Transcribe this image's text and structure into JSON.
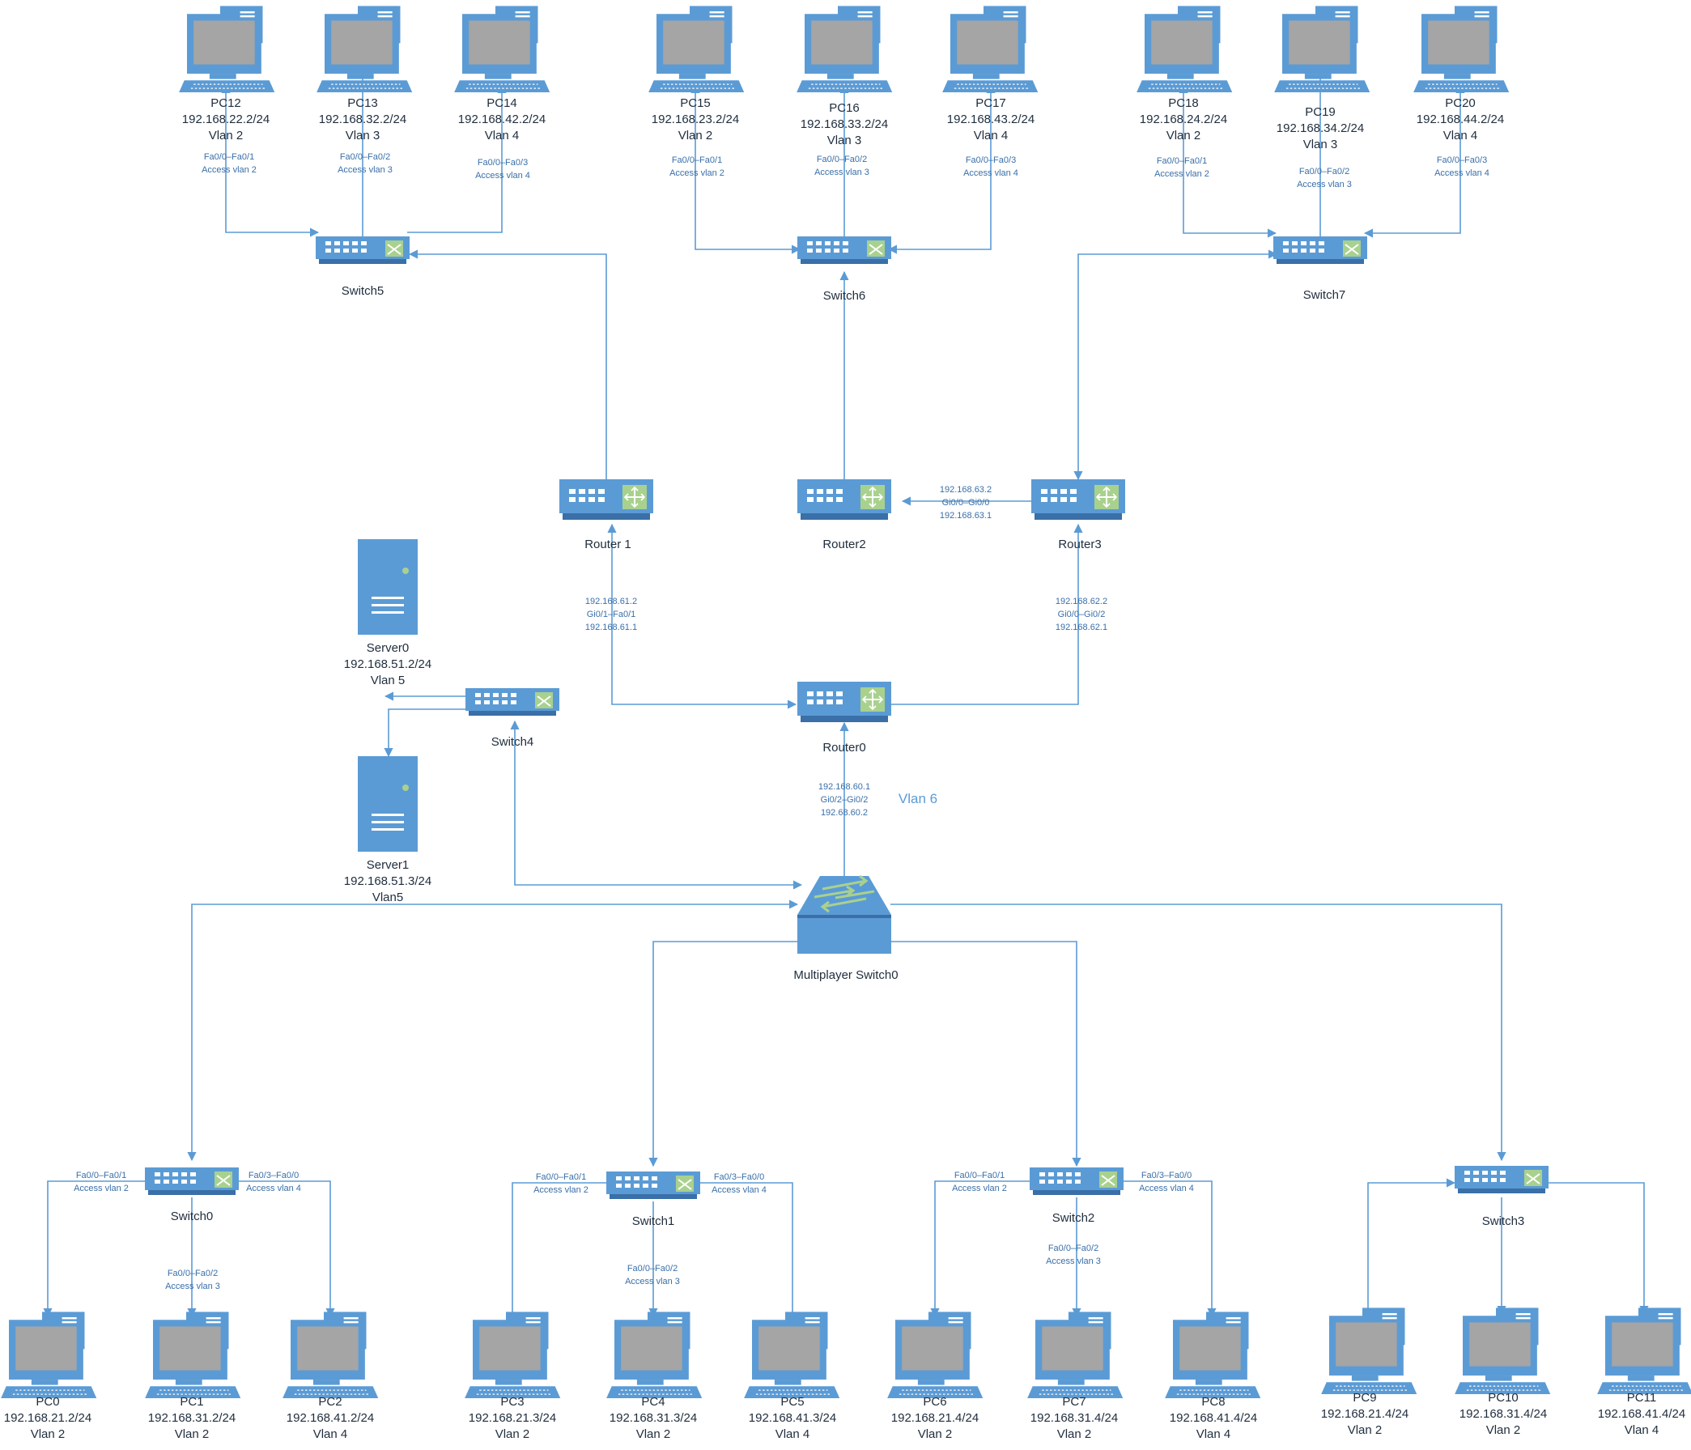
{
  "colors": {
    "device": "#5b9bd5",
    "screen": "#a5a5a5",
    "accent": "#a9d18e",
    "line": "#5b9bd5",
    "text": "#1f2d3d",
    "smalltext": "#3a6fa8"
  },
  "vlan6_label": "Vlan 6",
  "pcs": {
    "pc12": [
      "PC12",
      "192.168.22.2/24",
      "Vlan 2"
    ],
    "pc13": [
      "PC13",
      "192.168.32.2/24",
      "Vlan 3"
    ],
    "pc14": [
      "PC14",
      "192.168.42.2/24",
      "Vlan 4"
    ],
    "pc15": [
      "PC15",
      "192.168.23.2/24",
      "Vlan 2"
    ],
    "pc16": [
      "PC16",
      "192.168.33.2/24",
      "Vlan 3"
    ],
    "pc17": [
      "PC17",
      "192.168.43.2/24",
      "Vlan 4"
    ],
    "pc18": [
      "PC18",
      "192.168.24.2/24",
      "Vlan 2"
    ],
    "pc19": [
      "PC19",
      "192.168.34.2/24",
      "Vlan 3"
    ],
    "pc20": [
      "PC20",
      "192.168.44.2/24",
      "Vlan 4"
    ],
    "pc0": [
      "PC0",
      "192.168.21.2/24",
      "Vlan 2"
    ],
    "pc1": [
      "PC1",
      "192.168.31.2/24",
      "Vlan 2"
    ],
    "pc2": [
      "PC2",
      "192.168.41.2/24",
      "Vlan 4"
    ],
    "pc3": [
      "PC3",
      "192.168.21.3/24",
      "Vlan 2"
    ],
    "pc4": [
      "PC4",
      "192.168.31.3/24",
      "Vlan 2"
    ],
    "pc5": [
      "PC5",
      "192.168.41.3/24",
      "Vlan 4"
    ],
    "pc6": [
      "PC6",
      "192.168.21.4/24",
      "Vlan 2"
    ],
    "pc7": [
      "PC7",
      "192.168.31.4/24",
      "Vlan 2"
    ],
    "pc8": [
      "PC8",
      "192.168.41.4/24",
      "Vlan 4"
    ],
    "pc9": [
      "PC9",
      "192.168.21.4/24",
      "Vlan 2"
    ],
    "pc10": [
      "PC10",
      "192.168.31.4/24",
      "Vlan 2"
    ],
    "pc11": [
      "PC11",
      "192.168.41.4/24",
      "Vlan 4"
    ]
  },
  "servers": {
    "server0": [
      "Server0",
      "192.168.51.2/24",
      "Vlan 5"
    ],
    "server1": [
      "Server1",
      "192.168.51.3/24",
      "Vlan5"
    ]
  },
  "devices": {
    "switch5": "Switch5",
    "switch6": "Switch6",
    "switch7": "Switch7",
    "switch4": "Switch4",
    "switch0": "Switch0",
    "switch1": "Switch1",
    "switch2": "Switch2",
    "switch3": "Switch3",
    "router1": "Router 1",
    "router2": "Router2",
    "router3": "Router3",
    "router0": "Router0",
    "multilayer": "Multiplayer Switch0"
  },
  "links": {
    "pc12": [
      "Fa0/0–Fa0/1",
      "Access vlan 2"
    ],
    "pc13": [
      "Fa0/0–Fa0/2",
      "Access vlan 3"
    ],
    "pc14": [
      "Fa0/0–Fa0/3",
      "Access vlan 4"
    ],
    "pc15": [
      "Fa0/0–Fa0/1",
      "Access vlan 2"
    ],
    "pc16": [
      "Fa0/0–Fa0/2",
      "Access vlan 3"
    ],
    "pc17": [
      "Fa0/0–Fa0/3",
      "Access vlan 4"
    ],
    "pc18": [
      "Fa0/0–Fa0/1",
      "Access vlan 2"
    ],
    "pc19": [
      "Fa0/0–Fa0/2",
      "Access vlan 3"
    ],
    "pc20": [
      "Fa0/0–Fa0/3",
      "Access vlan 4"
    ],
    "sw0_left": [
      "Fa0/0–Fa0/1",
      "Access vlan 2"
    ],
    "sw0_right": [
      "Fa0/3–Fa0/0",
      "Access vlan 4"
    ],
    "sw0_down": [
      "Fa0/0–Fa0/2",
      "Access vlan 3"
    ],
    "sw1_left": [
      "Fa0/0–Fa0/1",
      "Access vlan 2"
    ],
    "sw1_right": [
      "Fa0/3–Fa0/0",
      "Access vlan 4"
    ],
    "sw1_down": [
      "Fa0/0–Fa0/2",
      "Access vlan 3"
    ],
    "sw2_left": [
      "Fa0/0–Fa0/1",
      "Access vlan 2"
    ],
    "sw2_right": [
      "Fa0/3–Fa0/0",
      "Access vlan 4"
    ],
    "sw2_down": [
      "Fa0/0–Fa0/2",
      "Access vlan 3"
    ],
    "r1_r0": [
      "192.168.61.2",
      "Gi0/1–Fa0/1",
      "192.168.61.1"
    ],
    "r3_r0": [
      "192.168.62.2",
      "Gi0/0–Gi0/2",
      "192.168.62.1"
    ],
    "r3_r2": [
      "192.168.63.2",
      "Gi0/0–Gi0/0",
      "192.168.63.1"
    ],
    "r0_ml": [
      "192.168.60.1",
      "Gi0/2–Gi0/2",
      "192.68.60.2"
    ]
  }
}
